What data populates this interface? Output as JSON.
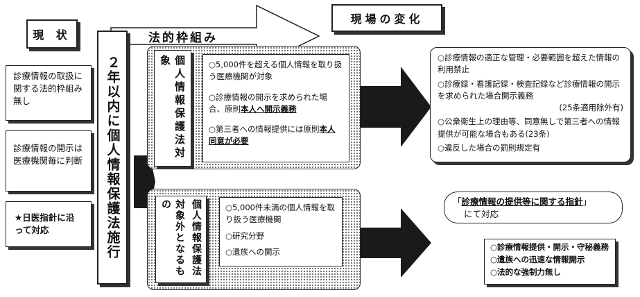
{
  "current": {
    "heading": "現 状",
    "items": [
      "診療情報の取扱に関する法的枠組み無し",
      "診療情報の開示は医療機関毎に判断",
      "★日医指針に沿って対応"
    ]
  },
  "center": {
    "vertical_title": "２年以内に個人情報保護法施行",
    "legal_framework_label": "法的枠組み",
    "site_change_label": "現場の変化"
  },
  "upper": {
    "label": "個人情報保護法対象",
    "conditions": [
      {
        "text": "○5,000件を超える個人情報を取り扱う医療機関が対象",
        "emph": ""
      },
      {
        "text": "○診療情報の開示を求められた場合、原則",
        "emph": "本人へ開示義務"
      },
      {
        "text": "○第三者への情報提供には原則",
        "emph": "本人同意が必要"
      }
    ],
    "changes": [
      {
        "text": "○診療情報の適正な管理・必要範囲を超えた情報の利用禁止",
        "note": ""
      },
      {
        "text": "○診療録・看護記録・検査記録など診療情報の開示を求められた場合開示義務",
        "note": "(25条適用除外有)"
      },
      {
        "text": "○公衆衛生上の理由等、同意無しで第三者への情報提供が可能な場合もある(23条)",
        "note": ""
      },
      {
        "text": "○違反した場合の罰則規定有",
        "note": ""
      }
    ]
  },
  "lower": {
    "label_col1": "対象外となるもの",
    "label_col2": "個人情報保護法",
    "conditions": [
      "○5,000件未満の個人情報を取り扱う医療機関",
      "○研究分野",
      "○遺族への開示"
    ],
    "guideline": {
      "open": "「",
      "title": "診療情報の提供等に関する指針",
      "close": "」",
      "suffix": "にて対応"
    },
    "guideline_items": [
      "○診療情報提供・開示・守秘義務",
      "○遺族への迅速な情報開示",
      "○法的な強制力無し"
    ]
  }
}
